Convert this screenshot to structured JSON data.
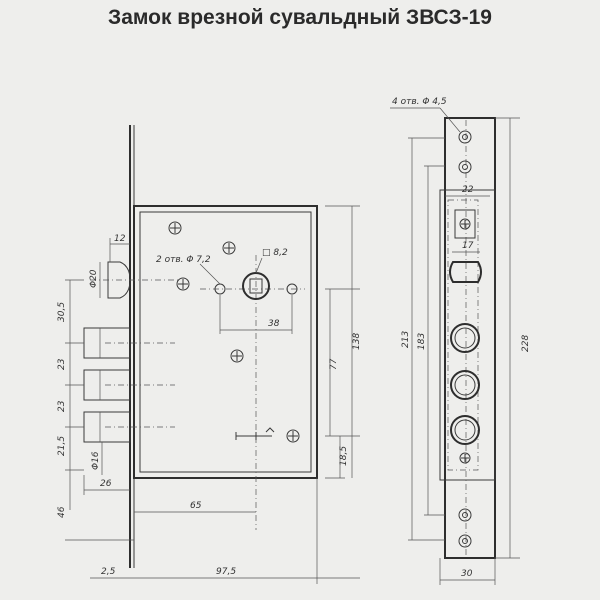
{
  "title": "Замок врезной сувальдный ЗВСЗ-19",
  "front_view": {
    "dims": {
      "d12": "12",
      "phi20": "Φ20",
      "d30_5": "30,5",
      "d23a": "23",
      "d23b": "23",
      "d21_5": "21,5",
      "phi16": "Φ16",
      "d26": "26",
      "d46": "46",
      "d2_5": "2,5",
      "d97_5": "97,5",
      "d65": "65",
      "d38": "38",
      "d77": "77",
      "d138": "138",
      "d18_5": "18,5",
      "sq8_2": "□ 8,2",
      "holes": "2 отв. Φ 7,2"
    }
  },
  "side_view": {
    "dims": {
      "holes": "4 отв. Φ 4,5",
      "d22": "22",
      "d17": "17",
      "d213": "213",
      "d183": "183",
      "d228": "228",
      "d30": "30"
    }
  }
}
